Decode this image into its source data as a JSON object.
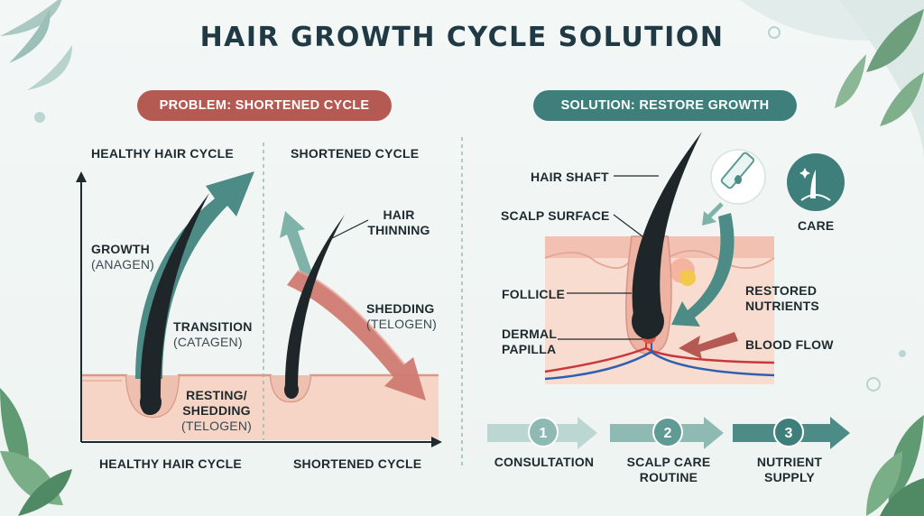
{
  "title": "HAIR GROWTH CYCLE SOLUTION",
  "problem": {
    "pill": "PROBLEM: SHORTENED CYCLE",
    "healthy_heading": "HEALTHY HAIR CYCLE",
    "shortened_heading": "SHORTENED CYCLE",
    "growth": "GROWTH",
    "growth_sub": "(ANAGEN)",
    "transition": "TRANSITION",
    "transition_sub": "(CATAGEN)",
    "resting_1": "RESTING/",
    "resting_2": "SHEDDING",
    "resting_sub": "(TELOGEN)",
    "hair_thinning_1": "HAIR",
    "hair_thinning_2": "THINNING",
    "shedding": "SHEDDING",
    "shedding_sub": "(TELOGEN)",
    "axis_healthy": "HEALTHY HAIR CYCLE",
    "axis_shortened": "SHORTENED CYCLE"
  },
  "solution": {
    "pill": "SOLUTION: RESTORE GROWTH",
    "hair_shaft": "HAIR SHAFT",
    "scalp_surface": "SCALP SURFACE",
    "follicle": "FOLLICLE",
    "dermal_1": "DERMAL",
    "dermal_2": "PAPILLA",
    "restored_1": "RESTORED",
    "restored_2": "NUTRIENTS",
    "blood_flow": "BLOOD FLOW",
    "care": "CARE"
  },
  "steps": [
    {
      "number": "1",
      "label_1": "CONSULTATION",
      "label_2": ""
    },
    {
      "number": "2",
      "label_1": "SCALP CARE",
      "label_2": "ROUTINE"
    },
    {
      "number": "3",
      "label_1": "NUTRIENT",
      "label_2": "SUPPLY"
    }
  ],
  "colors": {
    "problem": "#b55a53",
    "solution": "#3f7f7b",
    "skin": "#f6d5c6",
    "artery": "#c8383a",
    "vein": "#2f5fb0"
  },
  "icons": [
    "leaf-icon",
    "cream-tube-icon",
    "follicle-care-icon",
    "step-arrow-icon"
  ]
}
